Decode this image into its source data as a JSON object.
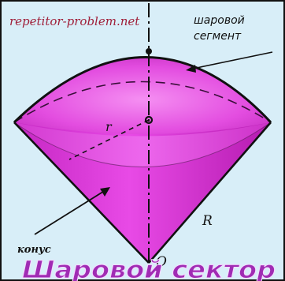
{
  "watermark": "repetitor-problem.net",
  "labels": {
    "segment_line1": "шаровой",
    "segment_line2": "сегмент",
    "cone": "конус",
    "radius_r": "r",
    "radius_R": "R",
    "center_O": "O"
  },
  "title": "Шаровой сектор",
  "colors": {
    "background": "#d8eef8",
    "border": "#111111",
    "fill_light": "#f07af0",
    "fill_mid": "#dd33dd",
    "fill_dark": "#a8169f",
    "title": "#a02cb4",
    "title_outline": "#f4d8ff",
    "watermark": "#a0203a"
  }
}
